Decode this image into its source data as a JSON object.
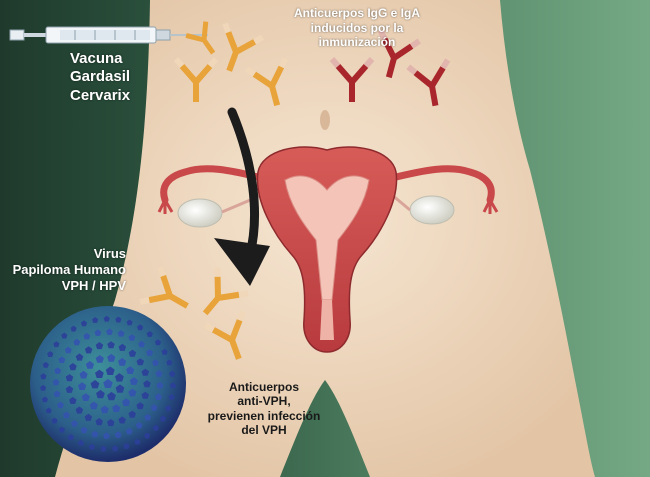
{
  "labels": {
    "vaccine": [
      "Vacuna",
      "Gardasil",
      "Cervarix"
    ],
    "antibodies_iga": [
      "Anticuerpos IgG e IgA",
      "inducidos por la",
      "inmunización"
    ],
    "virus": [
      "Virus",
      "Papiloma Humano",
      "VPH / HPV"
    ],
    "antibodies_vph": [
      "Anticuerpos",
      "anti-VPH,",
      "previenen infección",
      "del VPH"
    ]
  },
  "colors": {
    "bg_dark": "#1f3a2c",
    "bg_light": "#6fa07f",
    "skin": "#f1dcc4",
    "uterus": "#c9484a",
    "uterus_inner": "#f4c4b8",
    "ovary": "#f2f2ea",
    "antibody_orange": "#e8a33a",
    "antibody_red": "#a8262c",
    "antibody_pale": "#f0d7b9",
    "virus_blue": "#2c3f9a",
    "virus_teal": "#2f7a86",
    "arrow": "#1c1c1c"
  }
}
